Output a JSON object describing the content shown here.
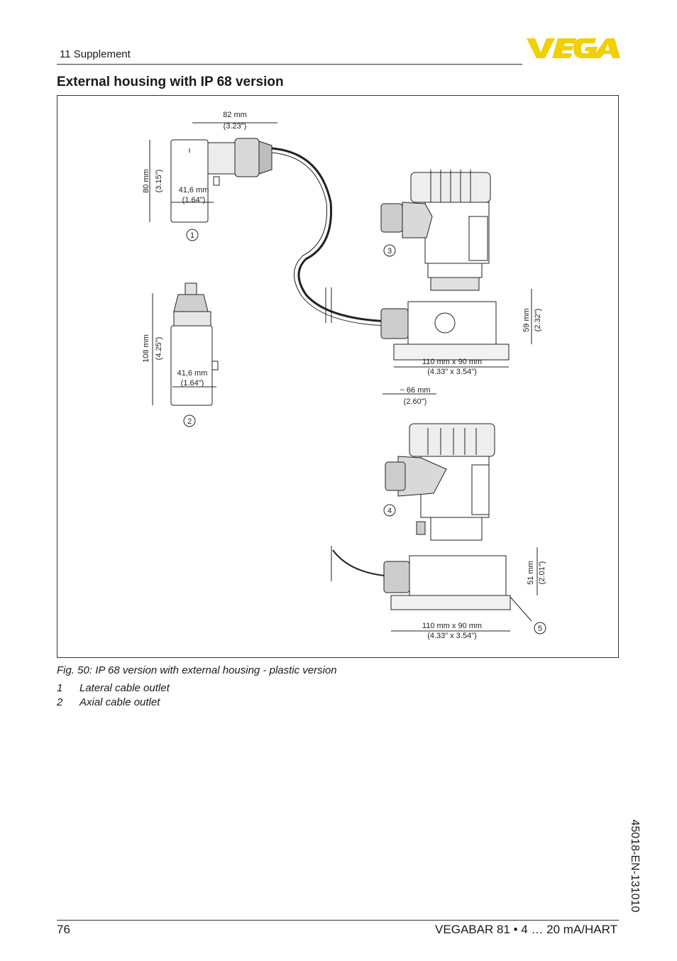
{
  "header": {
    "section": "11 Supplement",
    "logo_text": "VEGA",
    "brand_color": "#f0d000"
  },
  "title": "External housing with IP 68 version",
  "figure": {
    "labels": {
      "d1_mm": "82 mm",
      "d1_in": "(3.23\")",
      "d2_mm": "80 mm",
      "d2_in": "(3.15\")",
      "d3_mm": "41,6 mm",
      "d3_in": "(1.64\")",
      "d4_mm": "108 mm",
      "d4_in": "(4.25\")",
      "d5_mm": "41,6 mm",
      "d5_in": "(1.64\")",
      "d6_mm": "59 mm",
      "d6_in": "(2.32\")",
      "d7_mm": "110 mm x 90 mm",
      "d7_in": "(4.33\" x 3.54\")",
      "d8_mm": "~ 66 mm",
      "d8_in": "(2.60\")",
      "d9_mm": "51 mm",
      "d9_in": "(2.01\")",
      "d10_mm": "110 mm x 90 mm",
      "d10_in": "(4.33\" x 3.54\")"
    },
    "callouts": [
      "1",
      "2",
      "3",
      "4",
      "5"
    ]
  },
  "caption": "Fig. 50: IP 68 version with external housing - plastic version",
  "legend": [
    {
      "num": "1",
      "text": "Lateral cable outlet"
    },
    {
      "num": "2",
      "text": "Axial cable outlet"
    }
  ],
  "doc_id": "45018-EN-131010",
  "footer": {
    "page_number": "76",
    "product": "VEGABAR 81 • 4 … 20 mA/HART"
  }
}
